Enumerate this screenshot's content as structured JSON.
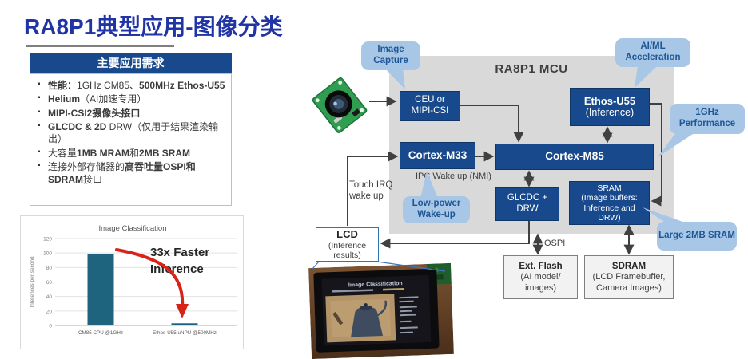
{
  "title": "RA8P1典型应用-图像分类",
  "requirements": {
    "header": "主要应用需求",
    "items": [
      {
        "segments": [
          {
            "t": "性能：",
            "b": true
          },
          {
            "t": "1GHz CM85、",
            "b": false
          },
          {
            "t": "500MHz Ethos-U55",
            "b": true
          }
        ]
      },
      {
        "segments": [
          {
            "t": "Helium",
            "b": true
          },
          {
            "t": "（AI加速专用）",
            "b": false
          }
        ]
      },
      {
        "segments": [
          {
            "t": "MIPI-CSI2摄像头接口",
            "b": true
          }
        ]
      },
      {
        "segments": [
          {
            "t": "GLCDC & 2D",
            "b": true
          },
          {
            "t": " DRW（仅用于结果渲染输出）",
            "b": false
          }
        ]
      },
      {
        "segments": [
          {
            "t": "大容量",
            "b": false
          },
          {
            "t": "1MB MRAM",
            "b": true
          },
          {
            "t": "和",
            "b": false
          },
          {
            "t": "2MB SRAM",
            "b": true
          }
        ]
      },
      {
        "segments": [
          {
            "t": "连接外部存储器的",
            "b": false
          },
          {
            "t": "高吞吐量OSPI和SDRAM",
            "b": true
          },
          {
            "t": "接口",
            "b": false
          }
        ]
      }
    ]
  },
  "chart_data": {
    "type": "bar",
    "title": "Image Classification",
    "ylabel": "Inferences per second",
    "categories": [
      "CM85 CPU @1GHz",
      "Ethos-U55 uNPU @500MHz"
    ],
    "values": [
      99,
      3
    ],
    "ylim": [
      0,
      120
    ],
    "ytick_step": 20,
    "grid": true,
    "legend": false,
    "bar_color": "#1e647f",
    "annotation_lines": [
      "33x Faster",
      "Inference"
    ],
    "annotation_color": "#262626",
    "arrow_color": "#d92318"
  },
  "diagram": {
    "mcu_label": "RA8P1 MCU",
    "blocks": {
      "ceu": {
        "lines": [
          "CEU or",
          "MIPI-CSI"
        ]
      },
      "ethos": {
        "lines": [
          "Ethos-U55",
          "(Inference)"
        ]
      },
      "m33": {
        "lines": [
          "Cortex-M33"
        ]
      },
      "m85": {
        "lines": [
          "Cortex-M85"
        ]
      },
      "glcdc": {
        "lines": [
          "GLCDC +",
          "DRW"
        ]
      },
      "sram": {
        "lines": [
          "SRAM",
          "(Image buffers:",
          "Inference and",
          "DRW)"
        ]
      },
      "lcd": {
        "lines": [
          "LCD",
          "(Inference",
          "results)"
        ]
      },
      "ext_flash": {
        "lines": [
          "Ext. Flash",
          "(AI model/",
          "images)"
        ]
      },
      "sdram": {
        "lines": [
          "SDRAM",
          "(LCD Framebuffer,",
          "Camera Images)"
        ]
      }
    },
    "callouts": {
      "image_capture": "Image Capture",
      "aiml": "AI/ML Acceleration",
      "ghz": "1GHz Performance",
      "low_power": "Low-power Wake-up",
      "large_sram": "Large 2MB SRAM"
    },
    "edge_labels": {
      "ipc": "IPC Wake up (NMI)",
      "touch": "Touch IRQ wake up",
      "ospi": "OSPI"
    }
  },
  "lcd_photo": {
    "screen_title": "Image Classification"
  }
}
